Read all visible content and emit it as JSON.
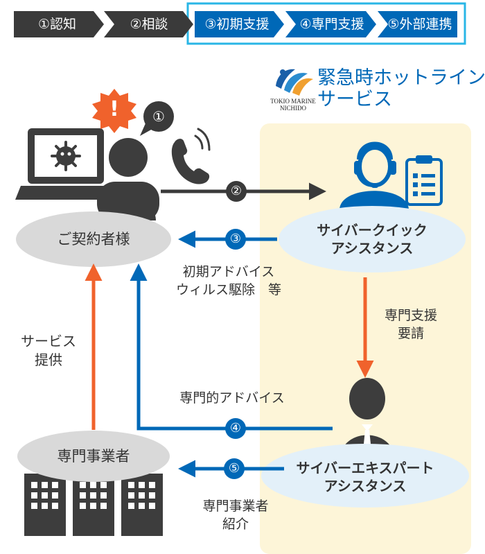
{
  "steps": [
    {
      "label": "①認知"
    },
    {
      "label": "②相談"
    },
    {
      "label": "③初期支援"
    },
    {
      "label": "④専門支援"
    },
    {
      "label": "⑤外部連携"
    }
  ],
  "logo": {
    "company_line1": "TOKIO MARINE",
    "company_line2": "NICHIDO"
  },
  "service_title": {
    "line1": "緊急時ホットライン",
    "line2": "サービス"
  },
  "nodes": {
    "customer": "ご契約者様",
    "quick_assistance_line1": "サイバークイック",
    "quick_assistance_line2": "アシスタンス",
    "expert_assistance_line1": "サイバーエキスパート",
    "expert_assistance_line2": "アシスタンス",
    "specialist": "専門事業者"
  },
  "flow_numbers": {
    "n1": "①",
    "n2": "②",
    "n3": "③",
    "n4": "④",
    "n5": "⑤"
  },
  "labels": {
    "initial_advice_line1": "初期アドバイス",
    "initial_advice_line2": "ウィルス駆除　等",
    "specialist_request_line1": "専門支援",
    "specialist_request_line2": "要請",
    "service_provision_line1": "サービス",
    "service_provision_line2": "提供",
    "expert_advice": "専門的アドバイス",
    "specialist_intro_line1": "専門事業者",
    "specialist_intro_line2": "紹介"
  },
  "alert_mark": "!",
  "colors": {
    "dark_step": "#3a3a3a",
    "blue": "#0068b7",
    "light_blue_node": "#e3f0f9",
    "gray_node": "#d9d9d9",
    "orange_arrow": "#f0622c",
    "cream_panel": "#fdf5d8",
    "highlight_border": "#29b6e6",
    "dark_icon": "#3d3d3d"
  }
}
